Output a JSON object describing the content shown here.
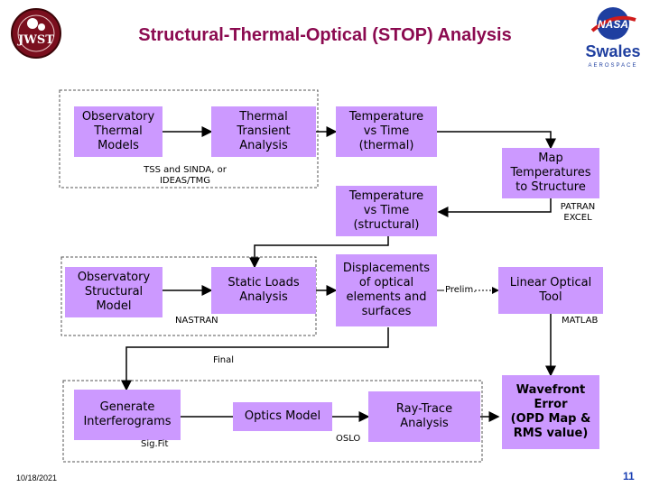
{
  "title": "Structural-Thermal-Optical (STOP) Analysis",
  "logos": {
    "left": {
      "icon": "jwst-logo",
      "text": "JWST"
    },
    "right": {
      "nasa_icon": "nasa-meatball-logo",
      "nasa_text": "NASA",
      "company": "Swales",
      "company_sub": "AEROSPACE"
    }
  },
  "boxes": {
    "observatory_thermal": "Observatory\nThermal\nModels",
    "thermal_transient": "Thermal\nTransient\nAnalysis",
    "temp_thermal": "Temperature\nvs Time\n(thermal)",
    "map_temps": "Map\nTemperatures\nto Structure",
    "temp_structural": "Temperature\nvs Time\n(structural)",
    "observatory_structural": "Observatory\nStructural\nModel",
    "static_loads": "Static Loads\nAnalysis",
    "displacements": "Displacements\nof optical\nelements and\nsurfaces",
    "linear_optical": "Linear Optical\nTool",
    "generate_interferograms": "Generate\nInterferograms",
    "optics_model": "Optics Model",
    "ray_trace": "Ray-Trace\nAnalysis",
    "wavefront_error": "Wavefront\nError\n(OPD Map &\nRMS value)"
  },
  "labels": {
    "tss_sinda": "TSS and SINDA, or\nIDEAS/TMG",
    "patran_excel": "PATRAN\nEXCEL",
    "nastran": "NASTRAN",
    "prelim": "Prelim.",
    "matlab": "MATLAB",
    "final": "Final",
    "sigfit": "Sig.Fit",
    "oslo": "OSLO"
  },
  "colors": {
    "box_fill": "#cc99ff",
    "title": "#8b0a50",
    "page_number": "#1a3fb3"
  },
  "footer": {
    "date": "10/18/2021",
    "page": "11"
  }
}
